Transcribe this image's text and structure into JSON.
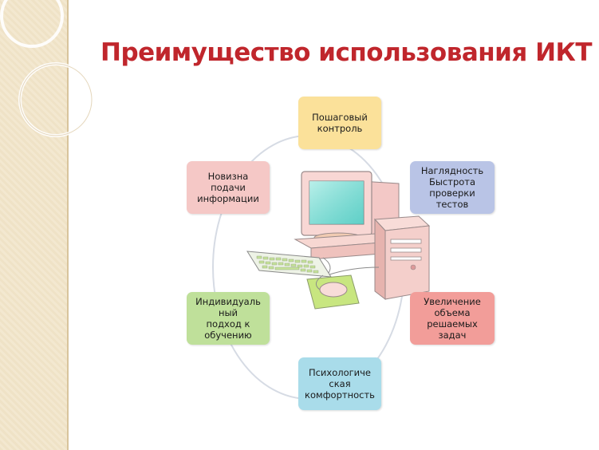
{
  "title": "Преимущество использования ИКТ",
  "nodes": {
    "top": {
      "label": "Пошаговый\nконтроль",
      "color": "#fbe19a"
    },
    "top_right": {
      "label": "Наглядность\nБыстрота\nпроверки\nтестов",
      "color": "#b9c4e6"
    },
    "bottom_right": {
      "label": "Увеличение\nобъема\nрешаемых\nзадач",
      "color": "#f29d99"
    },
    "bottom": {
      "label": "Психологиче\nская\nкомфортность",
      "color": "#a9dcea"
    },
    "bottom_left": {
      "label": "Индивидуаль\nный\nподход к\nобучению",
      "color": "#bfe09a"
    },
    "top_left": {
      "label": "Новизна\nподачи\nинформации",
      "color": "#f5c8c6"
    }
  },
  "icons": {
    "center": "computer-icon",
    "decoration": "circle-rings-decoration"
  },
  "colors": {
    "title": "#c0262c",
    "orbit": "#d6dbe4",
    "band": "#efe2c6"
  }
}
